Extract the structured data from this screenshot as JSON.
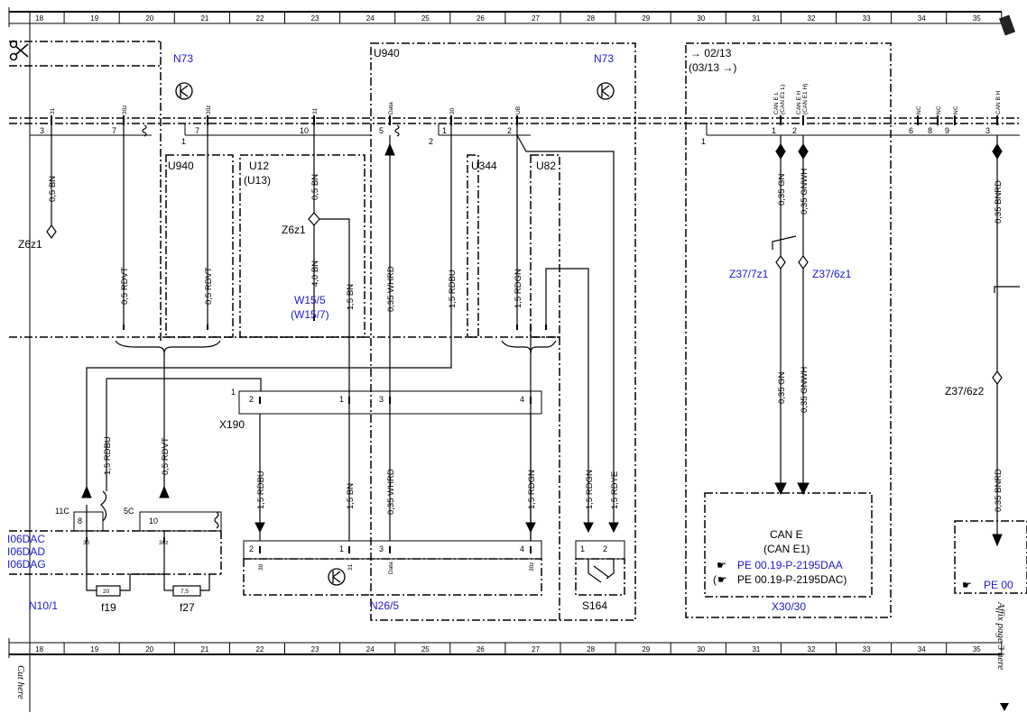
{
  "ruler": [
    "18",
    "19",
    "20",
    "21",
    "22",
    "23",
    "24",
    "25",
    "26",
    "27",
    "28",
    "29",
    "30",
    "31",
    "32",
    "33",
    "34",
    "35"
  ],
  "modules": {
    "n73": "N73",
    "u940": "U940",
    "u12": "U12",
    "u13": "(U13)",
    "u344": "U344",
    "u82": "U82",
    "x190": "X190",
    "n26_5": "N26/5",
    "s164": "S164",
    "x30_30": "X30/30",
    "n10_1": "N10/1",
    "f19": "f19",
    "f27": "f27",
    "i06dac": "I06DAC",
    "i06dad": "I06DAD",
    "i06dag": "I06DAG",
    "z6z1": "Z6z1",
    "w15_5": "W15/5",
    "w15_7": "(W15/7)",
    "z37_7z1": "Z37/7z1",
    "z37_6z1": "Z37/6z1",
    "z37_6z2": "Z37/6z2"
  },
  "date_ref": {
    "a": "→ 02/13",
    "b": "(03/13 →)"
  },
  "wires": {
    "bn05": "0,5 BN",
    "rdvt05": "0,5 RDVT",
    "bn40": "4,0 BN",
    "bn15": "1,5 BN",
    "whrd035": "0,35 WHRD",
    "rdbu15": "1,5 RDBU",
    "rdgn15": "1,5 RDGN",
    "rdye15": "1,5 RDYE",
    "gn035": "0,35 GN",
    "gnwh035": "0,35 GNWH",
    "bnrd035": "0,35 BNRD"
  },
  "pins": {
    "n73_31": "31",
    "n73_30z": "30z",
    "n73_30z_b": "30z",
    "n73_31_b": "31",
    "data": "Data",
    "p30": "30",
    "ub": "UB",
    "can_el": "CAN E L",
    "can_el_sub": "(CAN E1 L)",
    "can_eh": "CAN E H",
    "can_eh_sub": "(CAN E1 H)",
    "nc": "NC",
    "can_bh": "CAN B H",
    "n1": "1",
    "n2": "2",
    "n3": "3",
    "n4": "4",
    "n5": "5",
    "n6": "6",
    "n7": "7",
    "n8": "8",
    "n9": "9",
    "n10": "10",
    "c11": "11C",
    "c5": "5C",
    "f19_val": "20",
    "f27_val": "7,5",
    "s30": "30",
    "s30z": "30z",
    "s31": "31",
    "sdata": "Data"
  },
  "can_box": {
    "title": "CAN E",
    "subtitle": "(CAN E1)",
    "ref1": "PE 00.19-P-2195DAA",
    "ref2": "PE 00.19-P-2195DAC)",
    "ref2_prefix": "(",
    "ref_right": "PE 00"
  },
  "margin": {
    "cut_here": "Cut here",
    "affix": "Affix page 3 here"
  },
  "colors": {
    "ink": "#000000",
    "link_blue": "#1a1ad0"
  }
}
